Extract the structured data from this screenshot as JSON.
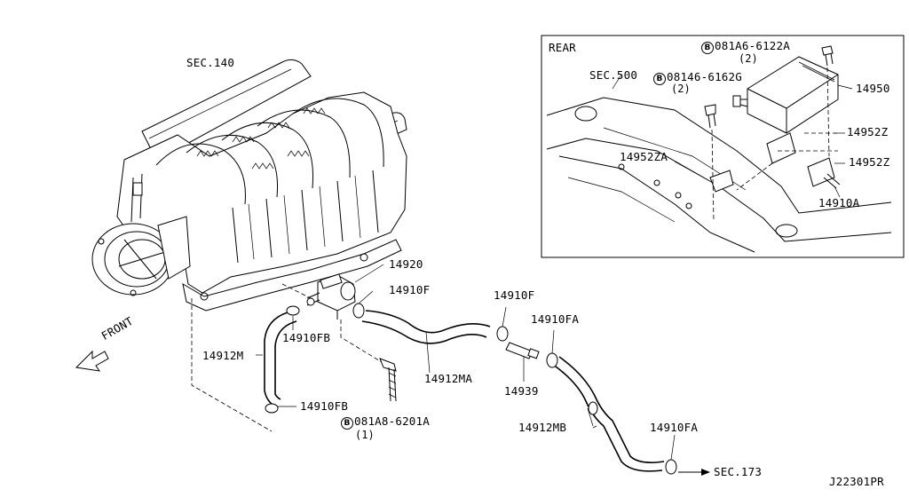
{
  "labels": {
    "sec140": "SEC.140",
    "front": "FRONT",
    "p14920": "14920",
    "p14910f_a": "14910F",
    "p14910f_b": "14910F",
    "p14910fb_a": "14910FB",
    "p14910fb_b": "14910FB",
    "p14912m": "14912M",
    "p14912ma": "14912MA",
    "p14910fa_a": "14910FA",
    "p14910fa_b": "14910FA",
    "p14939": "14939",
    "p14912mb": "14912MB",
    "sec173": "SEC.173",
    "bolt_bottom": "081A8-6201A",
    "bolt_bottom_qty": "(1)",
    "diagram_id": "J22301PR"
  },
  "inset": {
    "title": "REAR",
    "sec500": "SEC.500",
    "bolt_top": "081A6-6122A",
    "bolt_top_qty": "(2)",
    "bolt_mid": "08146-6162G",
    "bolt_mid_qty": "(2)",
    "p14950": "14950",
    "p14952z_a": "14952Z",
    "p14952z_b": "14952Z",
    "p14952za": "14952ZA",
    "p14910a": "14910A"
  },
  "bolt_marker": "B"
}
